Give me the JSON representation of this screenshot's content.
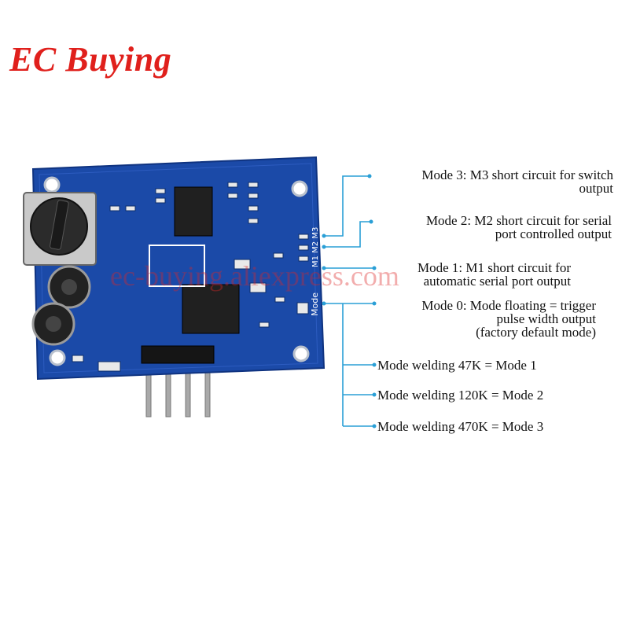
{
  "brand": {
    "name": "EC Buying",
    "color": "#e0201c"
  },
  "watermark": {
    "text": "ec-buying.aliexpress.com"
  },
  "board": {
    "silkscreen_mode": "Mode",
    "silkscreen_pins": "M1 M2 M3",
    "pcb_color": "#1b4aa8",
    "callout_color": "#2a9fd6"
  },
  "annotations": {
    "mode3": {
      "line1": "Mode 3: M3 short circuit for switch",
      "line2": "output"
    },
    "mode2": {
      "line1": "Mode 2: M2 short circuit for serial",
      "line2": "port controlled output"
    },
    "mode1": {
      "line1": "Mode 1: M1 short circuit for",
      "line2": "automatic serial port output"
    },
    "mode0": {
      "line1": "Mode 0: Mode floating = trigger",
      "line2": "pulse width output",
      "line3": "(factory default mode)"
    },
    "weld47": "Mode welding 47K = Mode 1",
    "weld120": "Mode welding 120K = Mode 2",
    "weld470": "Mode welding 470K = Mode 3"
  }
}
